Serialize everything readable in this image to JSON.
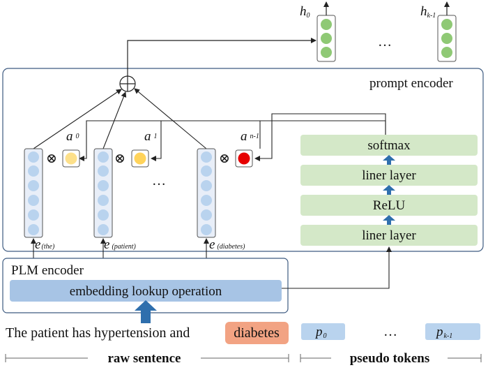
{
  "outputs": {
    "h0": {
      "base": "h",
      "sub": "0"
    },
    "hk": {
      "base": "h",
      "sub": "k-1"
    },
    "ellipsis": "…"
  },
  "prompt_encoder": {
    "title": "prompt encoder",
    "attention": {
      "a0": {
        "base": "a",
        "sub": "0"
      },
      "a1": {
        "base": "a",
        "sub": "1"
      },
      "an": {
        "base": "a",
        "sub": "n-1"
      }
    },
    "operator": "⊗",
    "ellipsis": "…",
    "mlp": {
      "softmax": "softmax",
      "linear_top": "liner layer",
      "relu": "ReLU",
      "linear_bottom": "liner layer"
    },
    "embeddings": {
      "e_the": {
        "base": "e",
        "sub": "(the)"
      },
      "e_patient": {
        "base": "e",
        "sub": "(patient)"
      },
      "e_diabetes": {
        "base": "e",
        "sub": "(diabetes)"
      }
    }
  },
  "plm": {
    "title": "PLM encoder",
    "lookup": "embedding lookup operation"
  },
  "input": {
    "sentence": "The patient has hypertension and",
    "highlight": "diabetes",
    "p0": {
      "base": "p",
      "sub": "0"
    },
    "pk": {
      "base": "p",
      "sub": "k-1"
    },
    "ellipsis": "…"
  },
  "bottom": {
    "raw_label": "raw sentence",
    "pseudo_label": "pseudo tokens"
  },
  "colors": {
    "frame": "#3d5a80",
    "green_box": "#d4e8c8",
    "green_dot": "#8fc975",
    "blue_column": "#e8eef8",
    "blue_dot": "#b9d3ee",
    "lookup_fill": "#a7c4e5",
    "arrow_blue": "#2f6fad",
    "attn_a0": "#fde08a",
    "attn_a1": "#ffd35a",
    "attn_an": "#e60000",
    "highlight_fill": "#f2a383",
    "pseudo_fill": "#b9d3ee"
  }
}
